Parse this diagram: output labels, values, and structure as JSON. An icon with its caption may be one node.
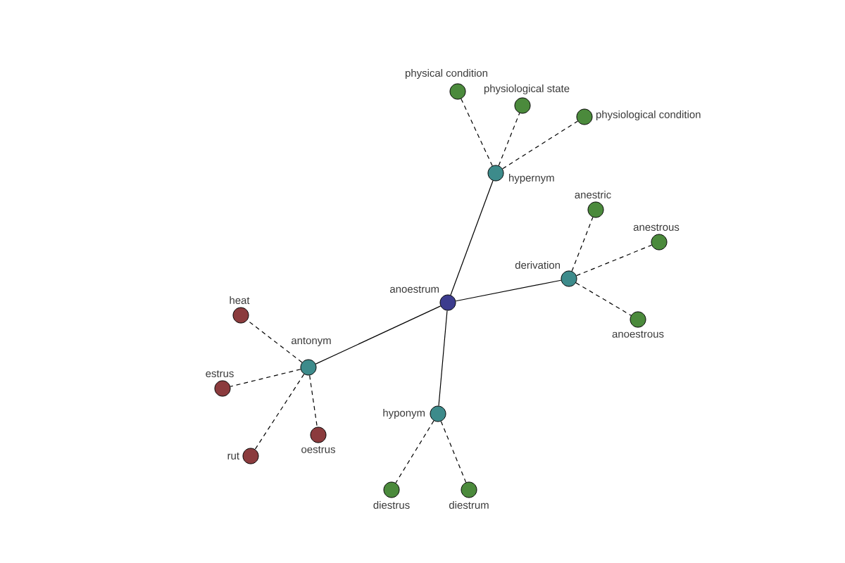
{
  "diagram": {
    "nodes": [
      {
        "text": [
          "physical condition"
        ]
      },
      {
        "text": [
          "physiological state"
        ]
      },
      {
        "text": [
          "physiological condition"
        ]
      },
      {
        "text": [
          "hypernym"
        ]
      },
      {
        "text": [
          "anestric"
        ]
      },
      {
        "text": [
          "anestrous"
        ]
      },
      {
        "text": [
          "derivation"
        ]
      },
      {
        "text": [
          "anoestrum"
        ]
      },
      {
        "text": [
          "heat"
        ]
      },
      {
        "text": [
          "anoestrous"
        ]
      },
      {
        "text": [
          "antonym"
        ]
      },
      {
        "text": [
          "estrus"
        ]
      },
      {
        "text": [
          "hyponym"
        ]
      },
      {
        "text": [
          "oestrus"
        ]
      },
      {
        "text": [
          "rut"
        ]
      },
      {
        "text": [
          "diestrus"
        ]
      },
      {
        "text": [
          "diestrum"
        ]
      }
    ],
    "edges": [
      {
        "from": 7,
        "to": 3,
        "arrow": "none"
      },
      {
        "from": 7,
        "to": 6,
        "arrow": "none"
      },
      {
        "from": 7,
        "to": 10,
        "arrow": "none"
      },
      {
        "from": 7,
        "to": 12,
        "arrow": "none"
      },
      {
        "from": 3,
        "to": 0,
        "arrow": "none",
        "style": "dashed"
      },
      {
        "from": 3,
        "to": 1,
        "arrow": "none",
        "style": "dashed"
      },
      {
        "from": 3,
        "to": 2,
        "arrow": "none",
        "style": "dashed"
      },
      {
        "from": 6,
        "to": 4,
        "arrow": "none",
        "style": "dashed"
      },
      {
        "from": 6,
        "to": 5,
        "arrow": "none",
        "style": "dashed"
      },
      {
        "from": 6,
        "to": 9,
        "arrow": "none",
        "style": "dashed"
      },
      {
        "from": 10,
        "to": 8,
        "arrow": "none",
        "style": "dashed"
      },
      {
        "from": 10,
        "to": 11,
        "arrow": "none",
        "style": "dashed"
      },
      {
        "from": 10,
        "to": 14,
        "arrow": "none",
        "style": "dashed"
      },
      {
        "from": 10,
        "to": 13,
        "arrow": "none",
        "style": "dashed"
      },
      {
        "from": 12,
        "to": 15,
        "arrow": "none",
        "style": "dashed"
      },
      {
        "from": 12,
        "to": 16,
        "arrow": "none",
        "style": "dashed"
      }
    ]
  }
}
